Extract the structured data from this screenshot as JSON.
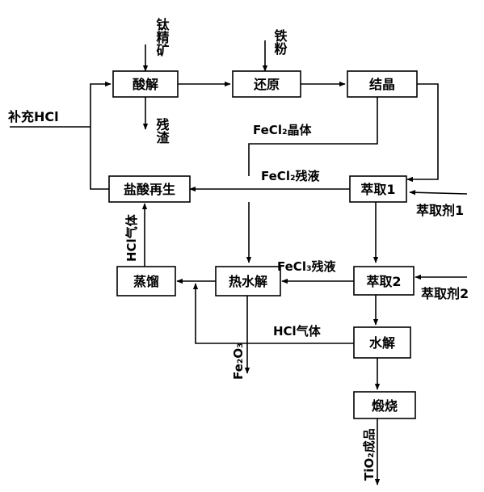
{
  "process": {
    "boxes": {
      "acid_leach": "酸解",
      "reduction": "还原",
      "crystallize": "结晶",
      "hcl_regen": "盐酸再生",
      "extract1": "萃取1",
      "extract2": "萃取2",
      "distill": "蒸馏",
      "hot_hydrolysis": "热水解",
      "hydrolysis": "水解",
      "calcination": "煅烧"
    },
    "inputs": {
      "ilmenite": "钛精矿",
      "iron_powder": "铁粉",
      "make_up_hcl": "补充HCl",
      "extractant1": "萃取剂1",
      "extractant2": "萃取剂2"
    },
    "outputs": {
      "residue": "残渣",
      "fe2o3": "Fe₂O₃",
      "tio2": "TiO₂成品"
    },
    "streams": {
      "fecl2_crystal": "FeCl₂晶体",
      "fecl2_liquor": "FeCl₂残液",
      "fecl3_liquor": "FeCl₃残液",
      "hcl_gas_up": "HCl气体",
      "hcl_gas_return": "HCl气体"
    }
  }
}
